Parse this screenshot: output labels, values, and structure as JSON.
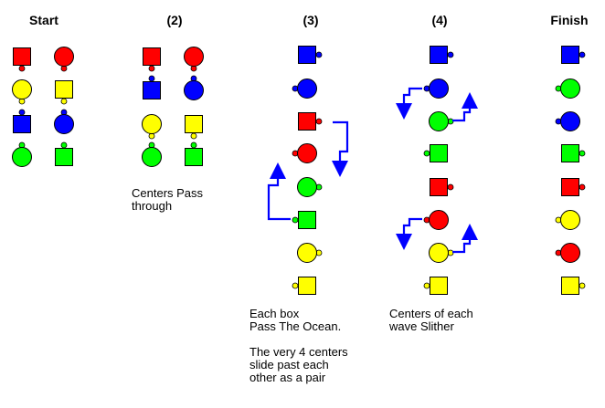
{
  "headers": [
    "Start",
    "(2)",
    "(3)",
    "(4)",
    "Finish"
  ],
  "notes": {
    "col2": [
      "Centers Pass",
      "through"
    ],
    "col3": [
      "Each box",
      "Pass The Ocean.",
      "",
      "The very 4 centers",
      "slide past each",
      "other as a pair"
    ],
    "col4": [
      "Centers of each",
      "wave Slither"
    ]
  },
  "colors": {
    "red": "#ff0000",
    "yellow": "#ffff00",
    "blue": "#0000ff",
    "green": "#00ff00",
    "arrow": "#0000ff",
    "outline": "#000000"
  },
  "columns": [
    {
      "name": "start",
      "dancers": [
        {
          "color": "red",
          "shape": "square",
          "facing": "down"
        },
        {
          "color": "red",
          "shape": "circle",
          "facing": "down"
        },
        {
          "color": "yellow",
          "shape": "circle",
          "facing": "down"
        },
        {
          "color": "yellow",
          "shape": "square",
          "facing": "down"
        },
        {
          "color": "blue",
          "shape": "square",
          "facing": "up"
        },
        {
          "color": "blue",
          "shape": "circle",
          "facing": "up"
        },
        {
          "color": "green",
          "shape": "circle",
          "facing": "up"
        },
        {
          "color": "green",
          "shape": "square",
          "facing": "up"
        }
      ]
    },
    {
      "name": "step-2",
      "dancers": [
        {
          "color": "red",
          "shape": "square",
          "facing": "down"
        },
        {
          "color": "red",
          "shape": "circle",
          "facing": "down"
        },
        {
          "color": "blue",
          "shape": "square",
          "facing": "up"
        },
        {
          "color": "blue",
          "shape": "circle",
          "facing": "up"
        },
        {
          "color": "yellow",
          "shape": "circle",
          "facing": "down"
        },
        {
          "color": "yellow",
          "shape": "square",
          "facing": "down"
        },
        {
          "color": "green",
          "shape": "circle",
          "facing": "up"
        },
        {
          "color": "green",
          "shape": "square",
          "facing": "up"
        }
      ]
    },
    {
      "name": "step-3",
      "dancers": [
        {
          "color": "blue",
          "shape": "square",
          "facing": "right"
        },
        {
          "color": "blue",
          "shape": "circle",
          "facing": "left"
        },
        {
          "color": "red",
          "shape": "square",
          "facing": "right"
        },
        {
          "color": "red",
          "shape": "circle",
          "facing": "left"
        },
        {
          "color": "green",
          "shape": "circle",
          "facing": "right"
        },
        {
          "color": "green",
          "shape": "square",
          "facing": "left"
        },
        {
          "color": "yellow",
          "shape": "circle",
          "facing": "right"
        },
        {
          "color": "yellow",
          "shape": "square",
          "facing": "left"
        }
      ]
    },
    {
      "name": "step-4",
      "dancers": [
        {
          "color": "blue",
          "shape": "square",
          "facing": "right"
        },
        {
          "color": "blue",
          "shape": "circle",
          "facing": "left"
        },
        {
          "color": "green",
          "shape": "circle",
          "facing": "right"
        },
        {
          "color": "green",
          "shape": "square",
          "facing": "left"
        },
        {
          "color": "red",
          "shape": "square",
          "facing": "right"
        },
        {
          "color": "red",
          "shape": "circle",
          "facing": "left"
        },
        {
          "color": "yellow",
          "shape": "circle",
          "facing": "right"
        },
        {
          "color": "yellow",
          "shape": "square",
          "facing": "left"
        }
      ]
    },
    {
      "name": "finish",
      "dancers": [
        {
          "color": "blue",
          "shape": "square",
          "facing": "right"
        },
        {
          "color": "green",
          "shape": "circle",
          "facing": "left"
        },
        {
          "color": "blue",
          "shape": "circle",
          "facing": "left"
        },
        {
          "color": "green",
          "shape": "square",
          "facing": "right"
        },
        {
          "color": "red",
          "shape": "square",
          "facing": "right"
        },
        {
          "color": "yellow",
          "shape": "circle",
          "facing": "left"
        },
        {
          "color": "red",
          "shape": "circle",
          "facing": "left"
        },
        {
          "color": "yellow",
          "shape": "square",
          "facing": "right"
        }
      ]
    }
  ],
  "arrows": [
    {
      "name": "arrow-step3-center-down",
      "direction": "down"
    },
    {
      "name": "arrow-step3-center-up",
      "direction": "up"
    },
    {
      "name": "arrow-step4-top-down",
      "direction": "down"
    },
    {
      "name": "arrow-step4-top-up",
      "direction": "up"
    },
    {
      "name": "arrow-step4-bottom-down",
      "direction": "down"
    },
    {
      "name": "arrow-step4-bottom-up",
      "direction": "up"
    }
  ]
}
